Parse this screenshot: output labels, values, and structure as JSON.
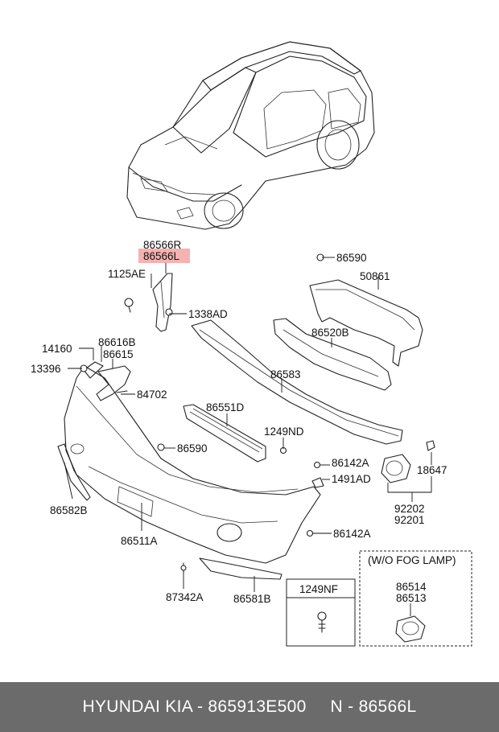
{
  "labels": {
    "p86566R": "86566R",
    "p86566L": "86566L",
    "p1125AE": "1125AE",
    "p1338AD": "1338AD",
    "p86590a": "86590",
    "p50861": "50861",
    "p86520B": "86520B",
    "p14160": "14160",
    "p86616B": "86616B",
    "p86615": "86615",
    "p13396": "13396",
    "p84702": "84702",
    "p86583": "86583",
    "p86551D": "86551D",
    "p1249ND": "1249ND",
    "p86590b": "86590",
    "p86142Aa": "86142A",
    "p1491AD": "1491AD",
    "p18647": "18647",
    "p92202": "92202",
    "p92201": "92201",
    "p86582B": "86582B",
    "p86511A": "86511A",
    "p86142Ab": "86142A",
    "p87342A": "87342A",
    "p86581B": "86581B",
    "p1249NF": "1249NF",
    "woFogLamp": "(W/O FOG LAMP)",
    "p86514": "86514",
    "p86513": "86513"
  },
  "highlight_color": "#f4a3a3",
  "footer": {
    "brand": "HYUNDAI  KIA - 865913E500",
    "part": "N - 86566L"
  }
}
